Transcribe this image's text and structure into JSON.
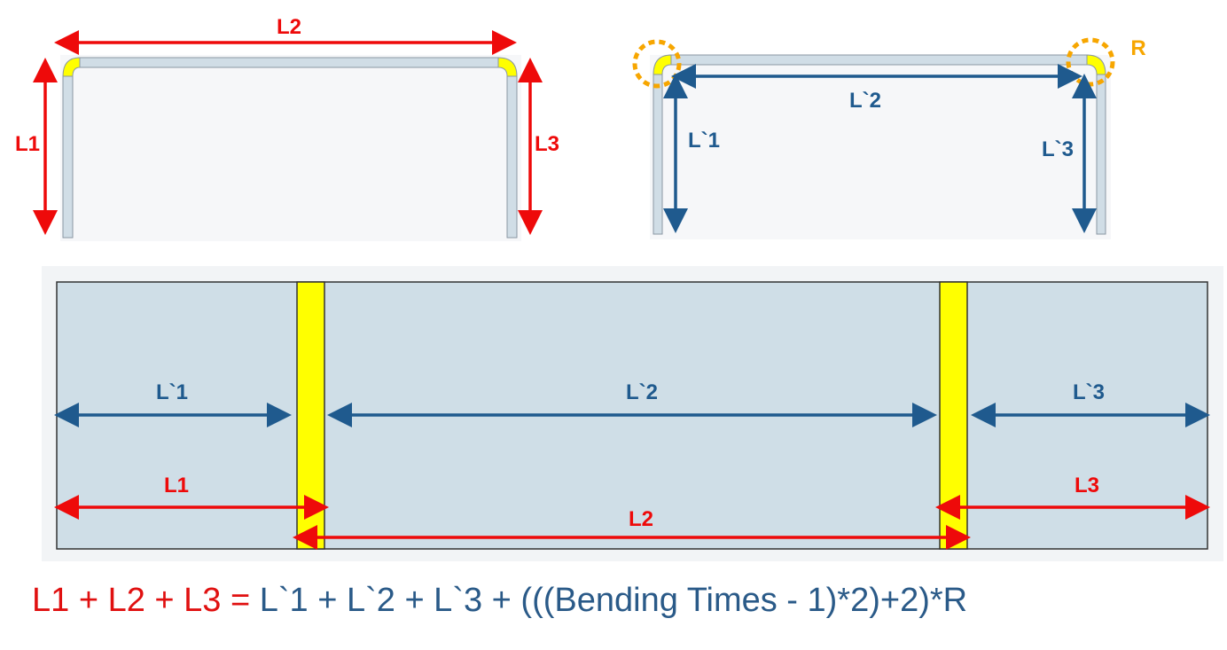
{
  "colors": {
    "outer": "#ee0a0a",
    "inner": "#1f5a8e",
    "bend": "#ffff00",
    "radius": "#f7a600",
    "sheet": "#cfdee7",
    "panel": "#f6f7f9"
  },
  "top_left": {
    "l1": "L1",
    "l2": "L2",
    "l3": "L3"
  },
  "top_right": {
    "l1": "L`1",
    "l2": "L`2",
    "l3": "L`3",
    "r": "R"
  },
  "flat": {
    "inner": {
      "l1": "L`1",
      "l2": "L`2",
      "l3": "L`3"
    },
    "outer": {
      "l1": "L1",
      "l2": "L2",
      "l3": "L3"
    }
  },
  "formula": {
    "lhs": "L1 + L2 + L3 =",
    "rhs": " L`1 + L`2 + L`3 + (((Bending Times - 1)*2)+2)*R"
  }
}
